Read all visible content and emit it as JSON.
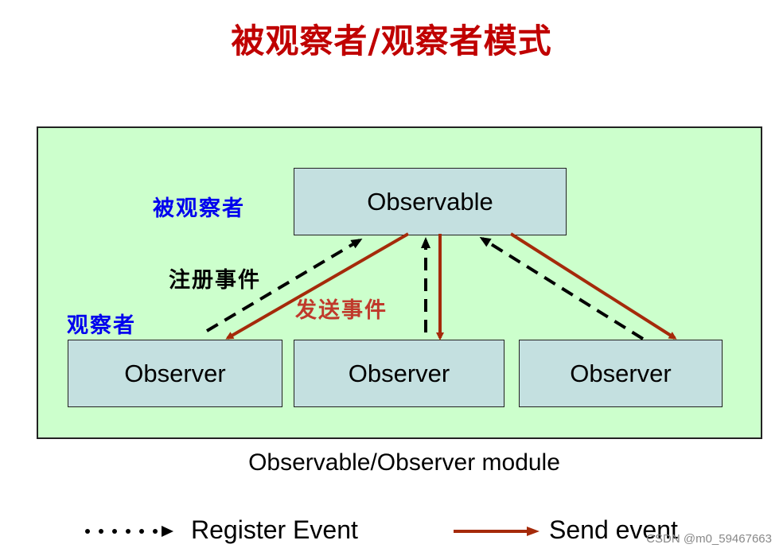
{
  "title": "被观察者/观察者模式",
  "diagram": {
    "subject": "Observable",
    "observers": [
      "Observer",
      "Observer",
      "Observer"
    ],
    "labels": {
      "observable_role": "被观察者",
      "observer_role": "观察者",
      "register_event": "注册事件",
      "send_event": "发送事件"
    },
    "caption": "Observable/Observer module",
    "colors": {
      "panel": "#ccffcc",
      "box": "#c4e0e0",
      "send_arrow": "#a52a0a",
      "register_arrow": "#000000",
      "title": "#c00000",
      "role_label": "#0000ee"
    }
  },
  "legend": {
    "register": "Register Event",
    "send": "Send event"
  },
  "watermark": "CSDN @m0_59467663"
}
